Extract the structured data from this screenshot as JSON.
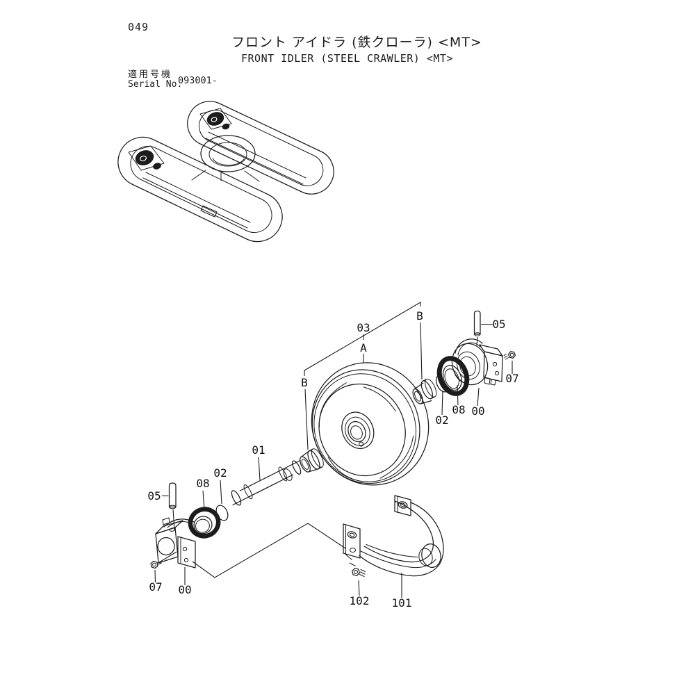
{
  "page": {
    "number": "049",
    "title_ja": "フロント アイドラ (鉄クローラ) <MT>",
    "title_en": "FRONT IDLER (STEEL CRAWLER) <MT>",
    "serial": {
      "label_ja": "適用号機",
      "label_en": "Serial No.",
      "value": "093001-"
    }
  },
  "colors": {
    "ink": "#1c1c1c",
    "paper": "#ffffff"
  },
  "diagram": {
    "callouts": [
      {
        "id": "section-b-top",
        "text": "B"
      },
      {
        "id": "part-03",
        "text": "03"
      },
      {
        "id": "view-a",
        "text": "A"
      },
      {
        "id": "section-b-left",
        "text": "B"
      },
      {
        "id": "part-05-right",
        "text": "05"
      },
      {
        "id": "part-07-right",
        "text": "07"
      },
      {
        "id": "part-08-right",
        "text": "08"
      },
      {
        "id": "part-00-right",
        "text": "00"
      },
      {
        "id": "part-02-right",
        "text": "02"
      },
      {
        "id": "part-01",
        "text": "01"
      },
      {
        "id": "part-02-left",
        "text": "02"
      },
      {
        "id": "part-08-left",
        "text": "08"
      },
      {
        "id": "part-05-left",
        "text": "05"
      },
      {
        "id": "part-07-left",
        "text": "07"
      },
      {
        "id": "part-00-left",
        "text": "00"
      },
      {
        "id": "part-102",
        "text": "102"
      },
      {
        "id": "part-101",
        "text": "101"
      }
    ]
  }
}
